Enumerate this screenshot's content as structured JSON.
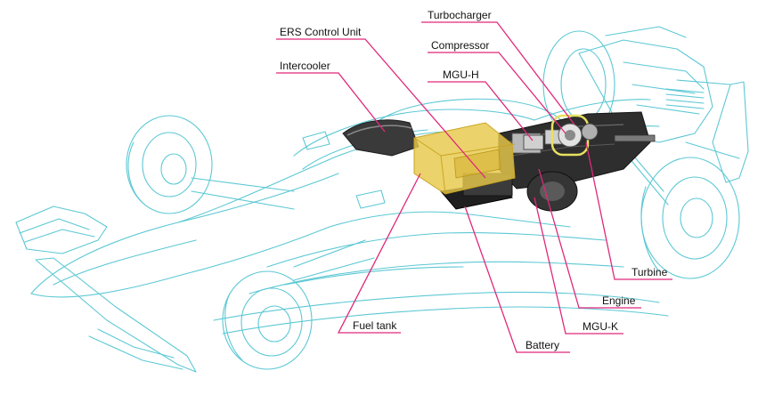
{
  "colors": {
    "outline": "#5cc8d4",
    "callout": "#e0287a",
    "fuel_tank": "#e6c84a",
    "machinery": "#2e2e2e",
    "turbo_ring": "#e8e060"
  },
  "labels": {
    "turbocharger": "Turbocharger",
    "ers_control_unit": "ERS Control Unit",
    "compressor": "Compressor",
    "intercooler": "Intercooler",
    "mgu_h": "MGU-H",
    "turbine": "Turbine",
    "engine": "Engine",
    "fuel_tank": "Fuel tank",
    "mgu_k": "MGU-K",
    "battery": "Battery"
  }
}
